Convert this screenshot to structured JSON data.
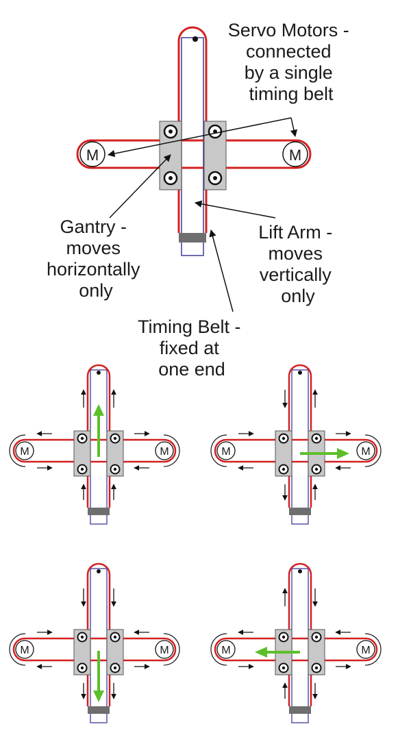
{
  "labels": {
    "servo_motors": [
      "Servo Motors -",
      "connected",
      "by a single",
      "timing belt"
    ],
    "gantry": [
      "Gantry -",
      "moves",
      "horizontally",
      "only"
    ],
    "lift_arm": [
      "Lift Arm -",
      "moves",
      "vertically",
      "only"
    ],
    "timing_belt": [
      "Timing Belt -",
      "fixed at",
      "one end"
    ]
  },
  "motor_letter": "M",
  "colors": {
    "belt": "#d42020",
    "arm_outline": "#3a3a9a",
    "gantry_plate": "#c8c8c8",
    "clamp": "#6e6e6e",
    "motion_arrow": "#5cbf2a",
    "text": "#1a1a1a"
  },
  "scenarios": [
    {
      "id": "up",
      "motion": "up"
    },
    {
      "id": "right",
      "motion": "right"
    },
    {
      "id": "down",
      "motion": "down"
    },
    {
      "id": "left",
      "motion": "left"
    }
  ]
}
